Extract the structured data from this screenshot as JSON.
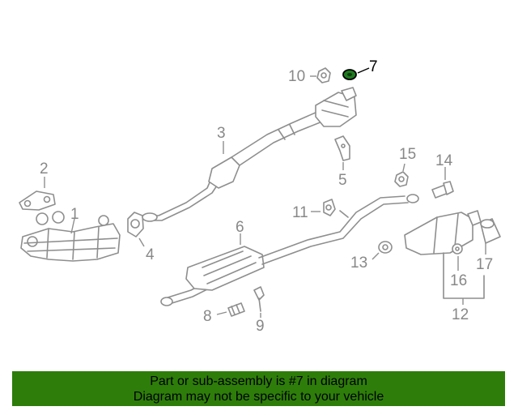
{
  "diagram": {
    "callouts": {
      "c1": "1",
      "c2": "2",
      "c3": "3",
      "c4": "4",
      "c5": "5",
      "c6": "6",
      "c7": "7",
      "c8": "8",
      "c9": "9",
      "c10": "10",
      "c11": "11",
      "c12": "12",
      "c13": "13",
      "c14": "14",
      "c15": "15",
      "c16": "16",
      "c17": "17"
    },
    "highlighted_part": "7",
    "highlight_color": "#1f7a1f",
    "line_color": "#8e8e8e"
  },
  "banner": {
    "line1": "Part or sub-assembly is #7 in diagram",
    "line2": "Diagram may not be specific to your vehicle",
    "background": "#2e7d0a"
  }
}
